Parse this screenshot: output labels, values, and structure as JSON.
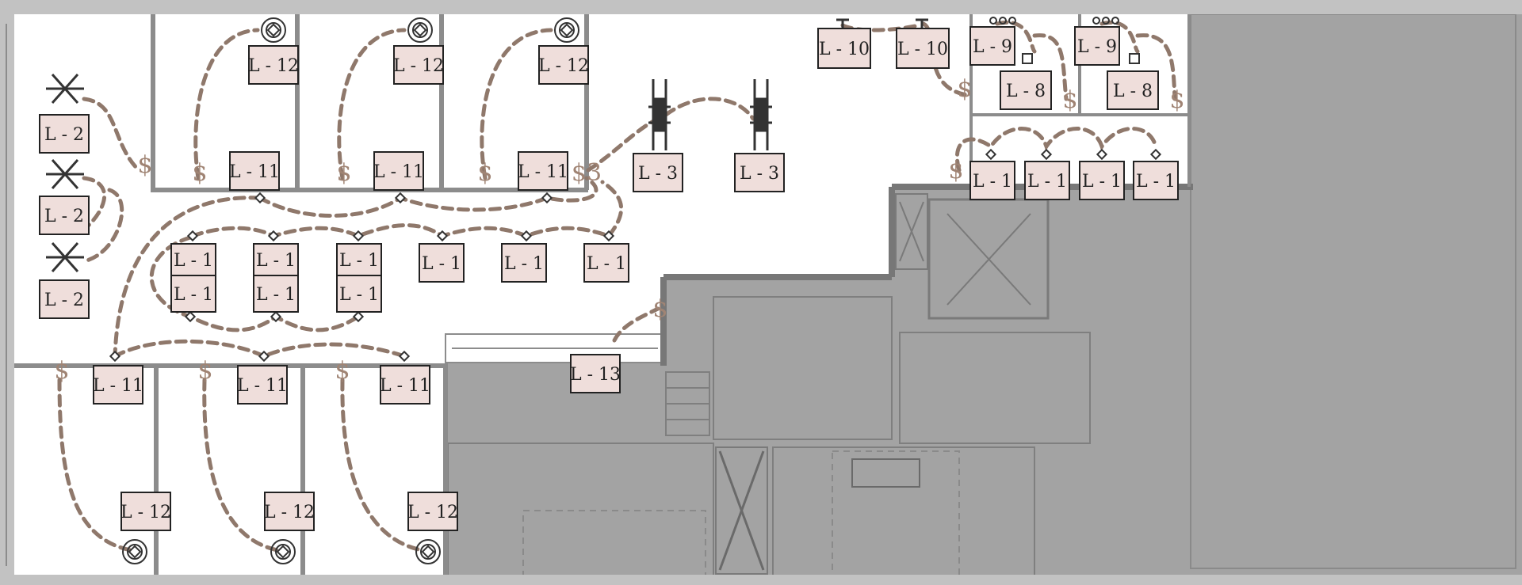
{
  "colors": {
    "wire": "#8f786b",
    "switch": "#a08474",
    "tag_fill": "#efdedb",
    "tag_stroke": "#222222",
    "wall": "#8c8c8c",
    "grey_area": "#a0a0a0",
    "fixture": "#333333"
  },
  "switch_symbol": "$",
  "switch_three_way": "$3",
  "tags": [
    {
      "id": "l2-a",
      "label": "L - 2"
    },
    {
      "id": "l2-b",
      "label": "L - 2"
    },
    {
      "id": "l2-c",
      "label": "L - 2"
    },
    {
      "id": "l12-top-1",
      "label": "L - 12"
    },
    {
      "id": "l12-top-2",
      "label": "L - 12"
    },
    {
      "id": "l12-top-3",
      "label": "L - 12"
    },
    {
      "id": "l11-top-1",
      "label": "L - 11"
    },
    {
      "id": "l11-top-2",
      "label": "L - 11"
    },
    {
      "id": "l11-top-3",
      "label": "L - 11"
    },
    {
      "id": "l3-a",
      "label": "L - 3"
    },
    {
      "id": "l3-b",
      "label": "L - 3"
    },
    {
      "id": "l1-c1-top",
      "label": "L - 1"
    },
    {
      "id": "l1-c1-bot",
      "label": "L - 1"
    },
    {
      "id": "l1-c2-top",
      "label": "L - 1"
    },
    {
      "id": "l1-c2-bot",
      "label": "L - 1"
    },
    {
      "id": "l1-c3-top",
      "label": "L - 1"
    },
    {
      "id": "l1-c3-bot",
      "label": "L - 1"
    },
    {
      "id": "l1-mid-4",
      "label": "L - 1"
    },
    {
      "id": "l1-mid-5",
      "label": "L - 1"
    },
    {
      "id": "l1-mid-6",
      "label": "L - 1"
    },
    {
      "id": "l11-bot-1",
      "label": "L - 11"
    },
    {
      "id": "l11-bot-2",
      "label": "L - 11"
    },
    {
      "id": "l11-bot-3",
      "label": "L - 11"
    },
    {
      "id": "l13",
      "label": "L - 13"
    },
    {
      "id": "l12-bot-1",
      "label": "L - 12"
    },
    {
      "id": "l12-bot-2",
      "label": "L - 12"
    },
    {
      "id": "l12-bot-3",
      "label": "L - 12"
    },
    {
      "id": "l10-a",
      "label": "L - 10"
    },
    {
      "id": "l10-b",
      "label": "L - 10"
    },
    {
      "id": "l9-a",
      "label": "L - 9"
    },
    {
      "id": "l9-b",
      "label": "L - 9"
    },
    {
      "id": "l8-a",
      "label": "L - 8"
    },
    {
      "id": "l8-b",
      "label": "L - 8"
    },
    {
      "id": "l1-right-1",
      "label": "L - 1"
    },
    {
      "id": "l1-right-2",
      "label": "L - 1"
    },
    {
      "id": "l1-right-3",
      "label": "L - 1"
    },
    {
      "id": "l1-right-4",
      "label": "L - 1"
    }
  ]
}
